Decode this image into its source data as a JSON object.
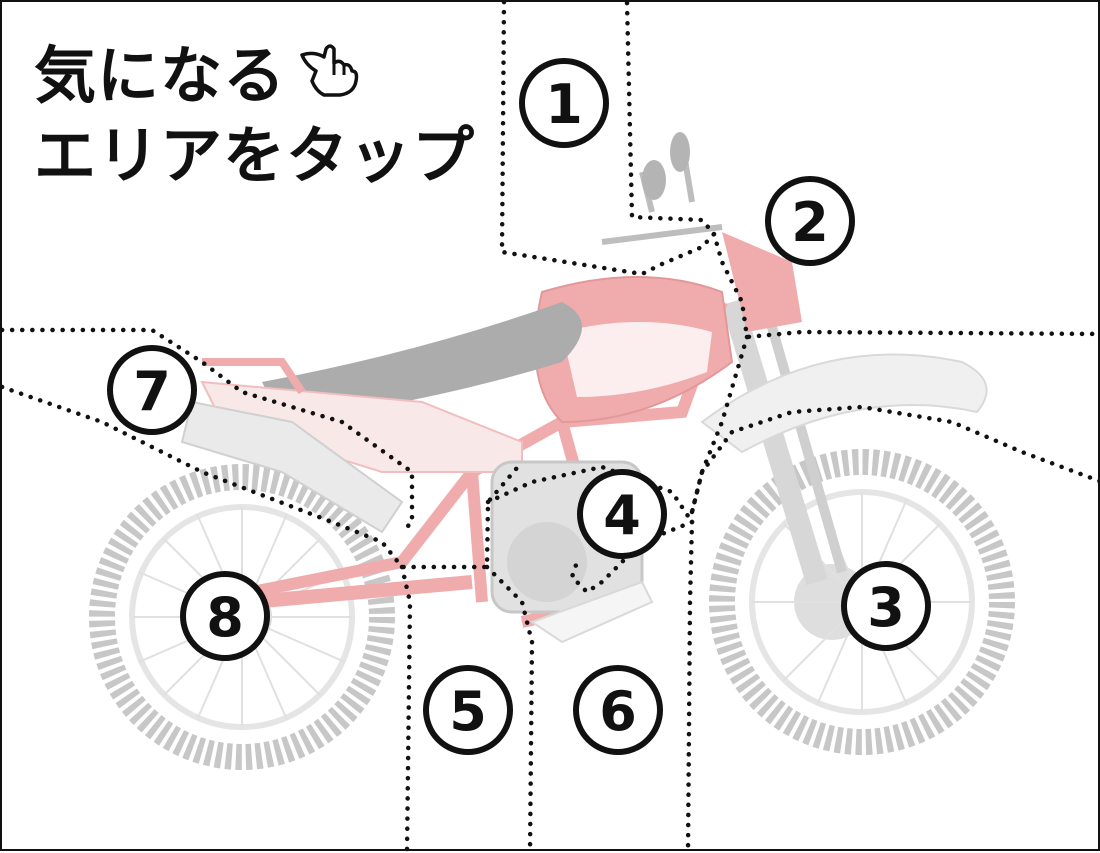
{
  "headline": {
    "line1": "気になる",
    "line2": "エリアをタップ",
    "pointer_icon": "hand-pointer-icon"
  },
  "areas": [
    {
      "number": "1"
    },
    {
      "number": "2"
    },
    {
      "number": "3"
    },
    {
      "number": "4"
    },
    {
      "number": "5"
    },
    {
      "number": "6"
    },
    {
      "number": "7"
    },
    {
      "number": "8"
    }
  ],
  "colors": {
    "ink": "#111111",
    "bike_red": "#f2a3a3",
    "bike_gray": "#cfcfcf",
    "background": "#ffffff"
  }
}
